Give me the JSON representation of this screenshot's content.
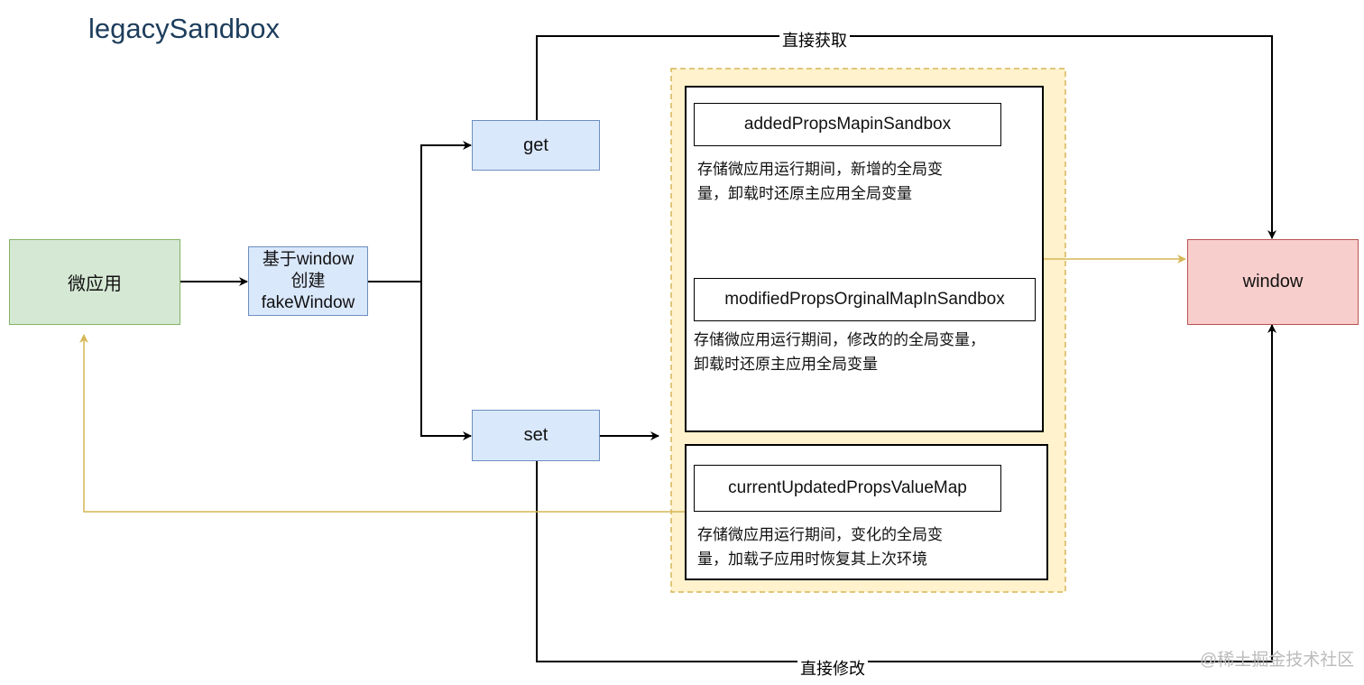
{
  "title": "legacySandbox",
  "nodes": {
    "micro_app": "微应用",
    "fake_window": [
      "基于window",
      "创建",
      "fakeWindow"
    ],
    "get": "get",
    "set": "set",
    "window": "window"
  },
  "sandbox": {
    "added": {
      "name": "addedPropsMapinSandbox",
      "desc": [
        "存储微应用运行期间，新增的全局变",
        "量，卸载时还原主应用全局变量"
      ]
    },
    "modified": {
      "name": "modifiedPropsOrginalMapInSandbox",
      "desc": [
        "存储微应用运行期间，修改的的全局变量，",
        "卸载时还原主应用全局变量"
      ]
    },
    "current": {
      "name": "currentUpdatedPropsValueMap",
      "desc": [
        "存储微应用运行期间，变化的全局变",
        "量，加载子应用时恢复其上次环境"
      ]
    }
  },
  "edges": {
    "direct_get": "直接获取",
    "direct_set": "直接修改"
  },
  "watermark": "@稀土掘金技术社区",
  "colors": {
    "green_fill": "#d5e8d4",
    "green_border": "#82b366",
    "blue_fill": "#dae8fc",
    "blue_border": "#6c8ebf",
    "red_fill": "#f8cecc",
    "red_border": "#b85450",
    "yellow_fill": "#fff2cc",
    "yellow_border": "#d6b656",
    "title": "#1d3d5c"
  }
}
